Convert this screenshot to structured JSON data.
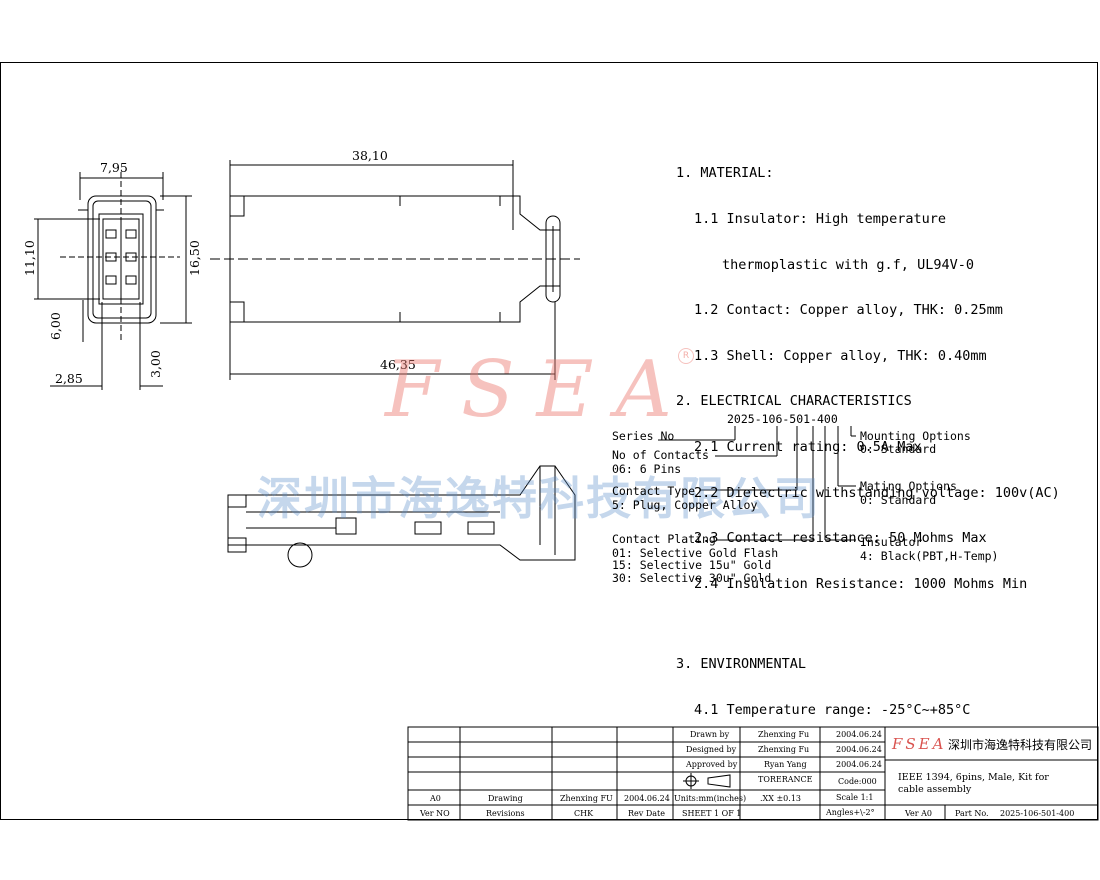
{
  "specs": {
    "material_heading": "1. MATERIAL:",
    "insulator_line1": "1.1 Insulator: High temperature",
    "insulator_line2": "thermoplastic with g.f, UL94V-0",
    "contact": "1.2 Contact: Copper alloy, THK: 0.25mm",
    "shell": "1.3 Shell: Copper alloy, THK: 0.40mm",
    "electrical_heading": "2. ELECTRICAL CHARACTERISTICS",
    "current": "2.1 Current rating: 0.5A Max",
    "dielectric": "2.2 Dielectric withstanding voltage: 100v(AC)",
    "contact_res": "2.3 Contact resistance: 50 Mohms Max",
    "insulation_res": "2.4 Insulation Resistance: 1000 Mohms Min",
    "environmental_heading": "3. ENVIRONMENTAL",
    "temperature": "4.1 Temperature range: -25°C~+85°C"
  },
  "dimensions": {
    "d795": "7,95",
    "d1110": "11,10",
    "d600": "6,00",
    "d285": "2,85",
    "d300": "3,00",
    "d1650": "16,50",
    "d3810": "38,10",
    "d4635": "46,35"
  },
  "part_number": {
    "code": "2025-106-501-400",
    "series_label": "Series No",
    "contacts_label": "No of Contacts",
    "contacts_value": "06: 6 Pins",
    "type_label": "Contact Type",
    "type_value": "5: Plug, Copper Alloy",
    "plating_label": "Contact Plating",
    "plating_01": "01: Selective Gold Flash",
    "plating_15": "15: Selective 15u\" Gold",
    "plating_30": "30: Selective 30u\" Gold",
    "mounting_label": "Mounting Options",
    "mounting_value": "0: Standard",
    "mating_label": "Mating Options",
    "mating_value": "0: Standard",
    "insulator_label": "Insulator",
    "insulator_value": "4: Black(PBT,H-Temp)"
  },
  "watermark": {
    "logo": "FSEA",
    "registered": "R",
    "company_cn": "深圳市海逸特科技有限公司"
  },
  "title_block": {
    "rev_a0": "A0",
    "rev_drawing": "Drawing",
    "rev_by": "Zhenxing FU",
    "rev_date": "2004.06.24",
    "hdr_ver": "Ver NO",
    "hdr_revisions": "Revisions",
    "hdr_chk": "CHK",
    "hdr_date": "Rev Date",
    "drawn_label": "Drawn   by",
    "drawn_name": "Zhenxing Fu",
    "drawn_date": "2004.06.24",
    "designed_label": "Designed by",
    "designed_name": "Zhenxing Fu",
    "designed_date": "2004.06.24",
    "approved_label": "Approved by",
    "approved_name": "Ryan Yang",
    "approved_date": "2004.06.24",
    "tolerance": "TORERANCE",
    "code": "Code:000",
    "units": "Units:mm(inches)",
    "tol_value": ".XX  ±0.13",
    "scale": "Scale 1:1",
    "sheet": "SHEET 1 OF 1",
    "angles": "Angles+\\-2°",
    "logo": "FSEA",
    "company": "深圳市海逸特科技有限公司",
    "desc_line1": "IEEE 1394, 6pins, Male, Kit for",
    "desc_line2": "cable assembly",
    "ver": "Ver A0",
    "part_label": "Part No.",
    "part_value": "2025-106-501-400"
  }
}
